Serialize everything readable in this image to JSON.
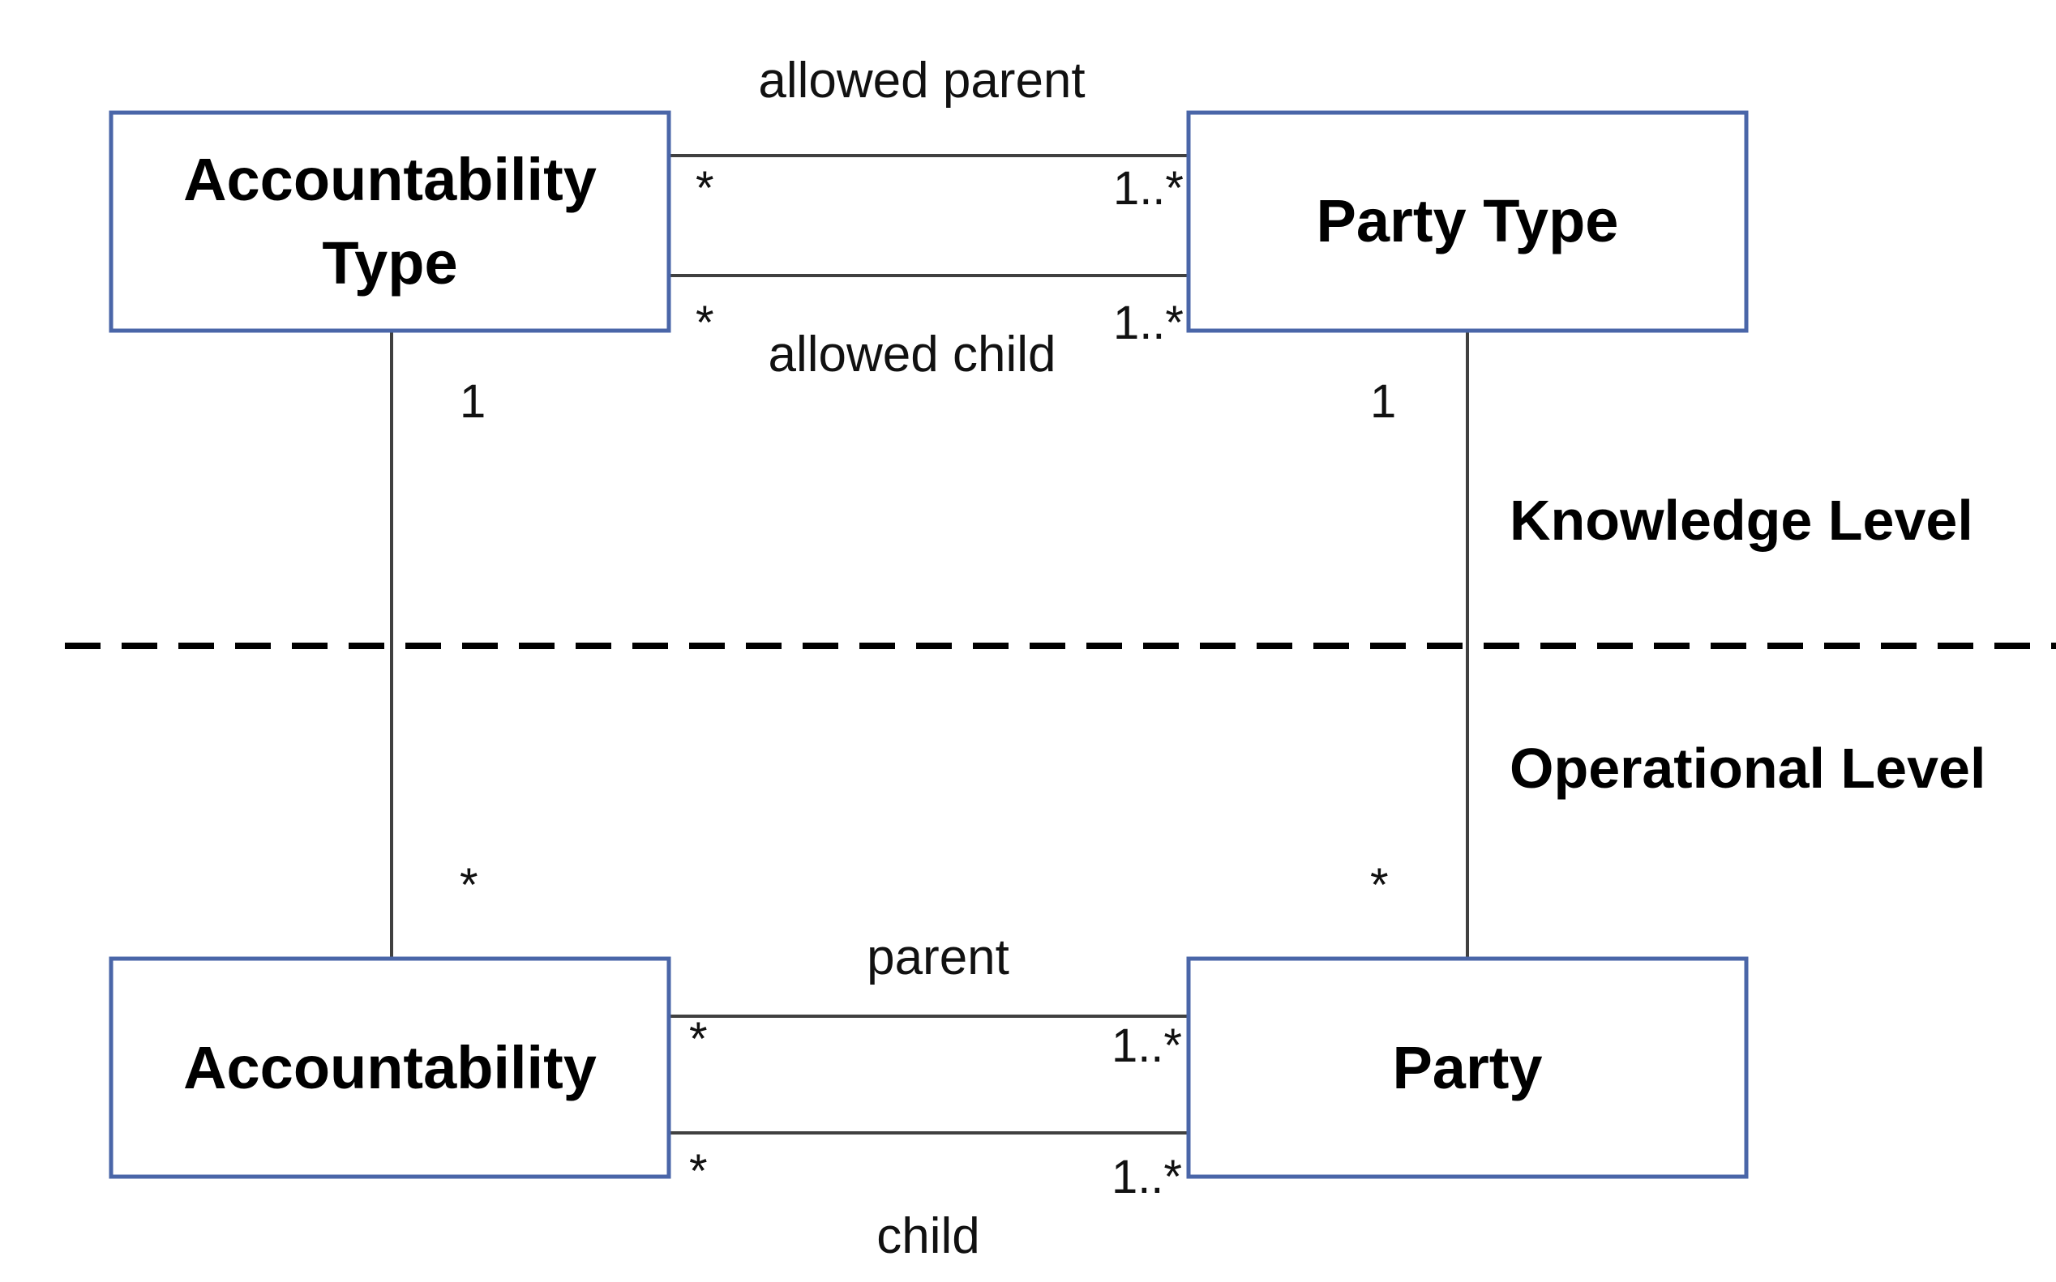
{
  "classes": {
    "accountability_type": {
      "line1": "Accountability",
      "line2": "Type"
    },
    "party_type": "Party Type",
    "accountability": "Accountability",
    "party": "Party"
  },
  "roles": {
    "allowed_parent": "allowed parent",
    "allowed_child": "allowed child",
    "parent": "parent",
    "child": "child"
  },
  "multiplicities": {
    "top_parent_left": "*",
    "top_parent_right": "1..*",
    "top_child_left": "*",
    "top_child_right": "1..*",
    "left_vertical_top": "1",
    "right_vertical_top": "1",
    "left_vertical_bottom": "*",
    "right_vertical_bottom": "*",
    "bottom_parent_left": "*",
    "bottom_parent_right": "1..*",
    "bottom_child_left": "*",
    "bottom_child_right": "1..*"
  },
  "levels": {
    "knowledge": "Knowledge Level",
    "operational": "Operational Level"
  },
  "colors": {
    "box_border": "#4a66a8",
    "line": "#404040"
  }
}
